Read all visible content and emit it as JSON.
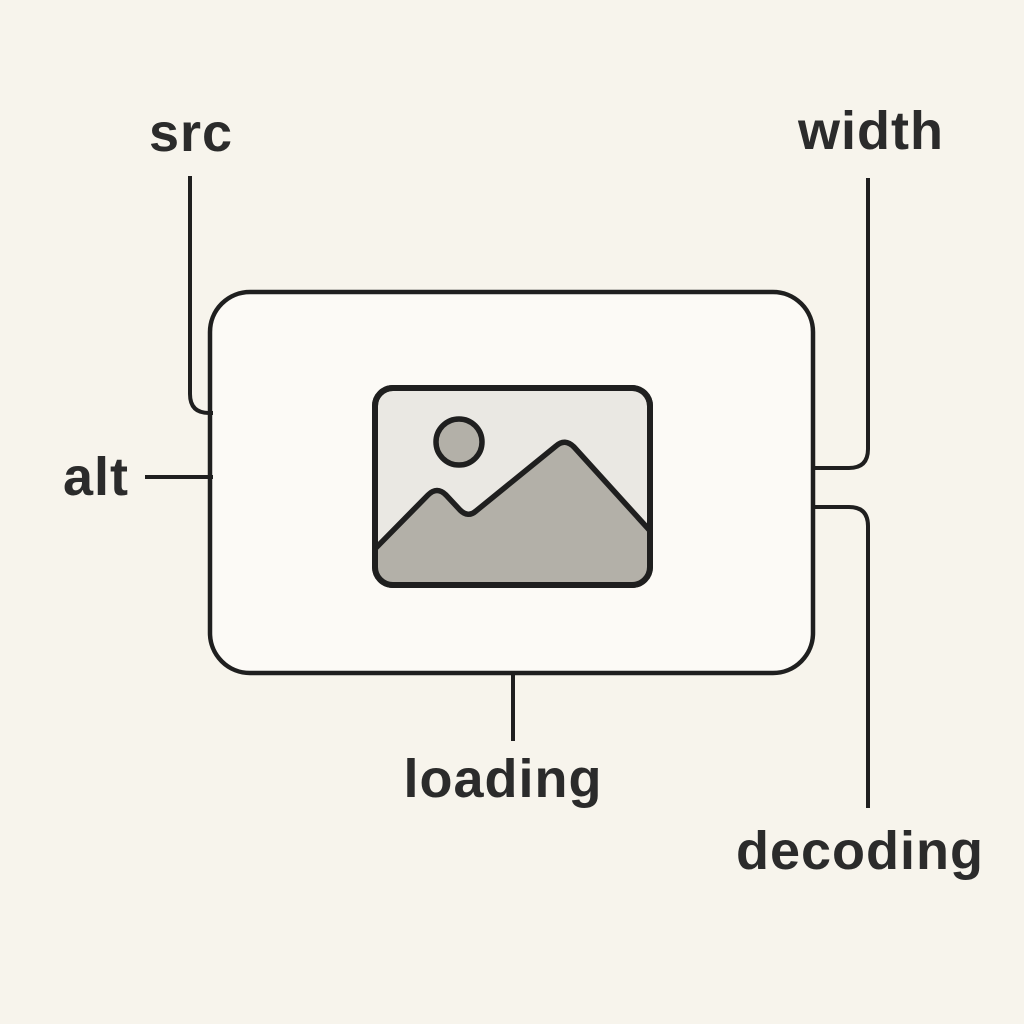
{
  "diagram": {
    "labels": {
      "src": "src",
      "width": "width",
      "alt": "alt",
      "loading": "loading",
      "decoding": "decoding"
    },
    "icons": {
      "image_placeholder": "image-placeholder"
    },
    "colors": {
      "background": "#f7f4ec",
      "box_fill": "#fcfaf6",
      "line": "#1f1f1f",
      "text": "#2b2b2b",
      "placeholder_fill": "#eae8e3",
      "placeholder_shape_fill": "#b3b0a8"
    }
  }
}
